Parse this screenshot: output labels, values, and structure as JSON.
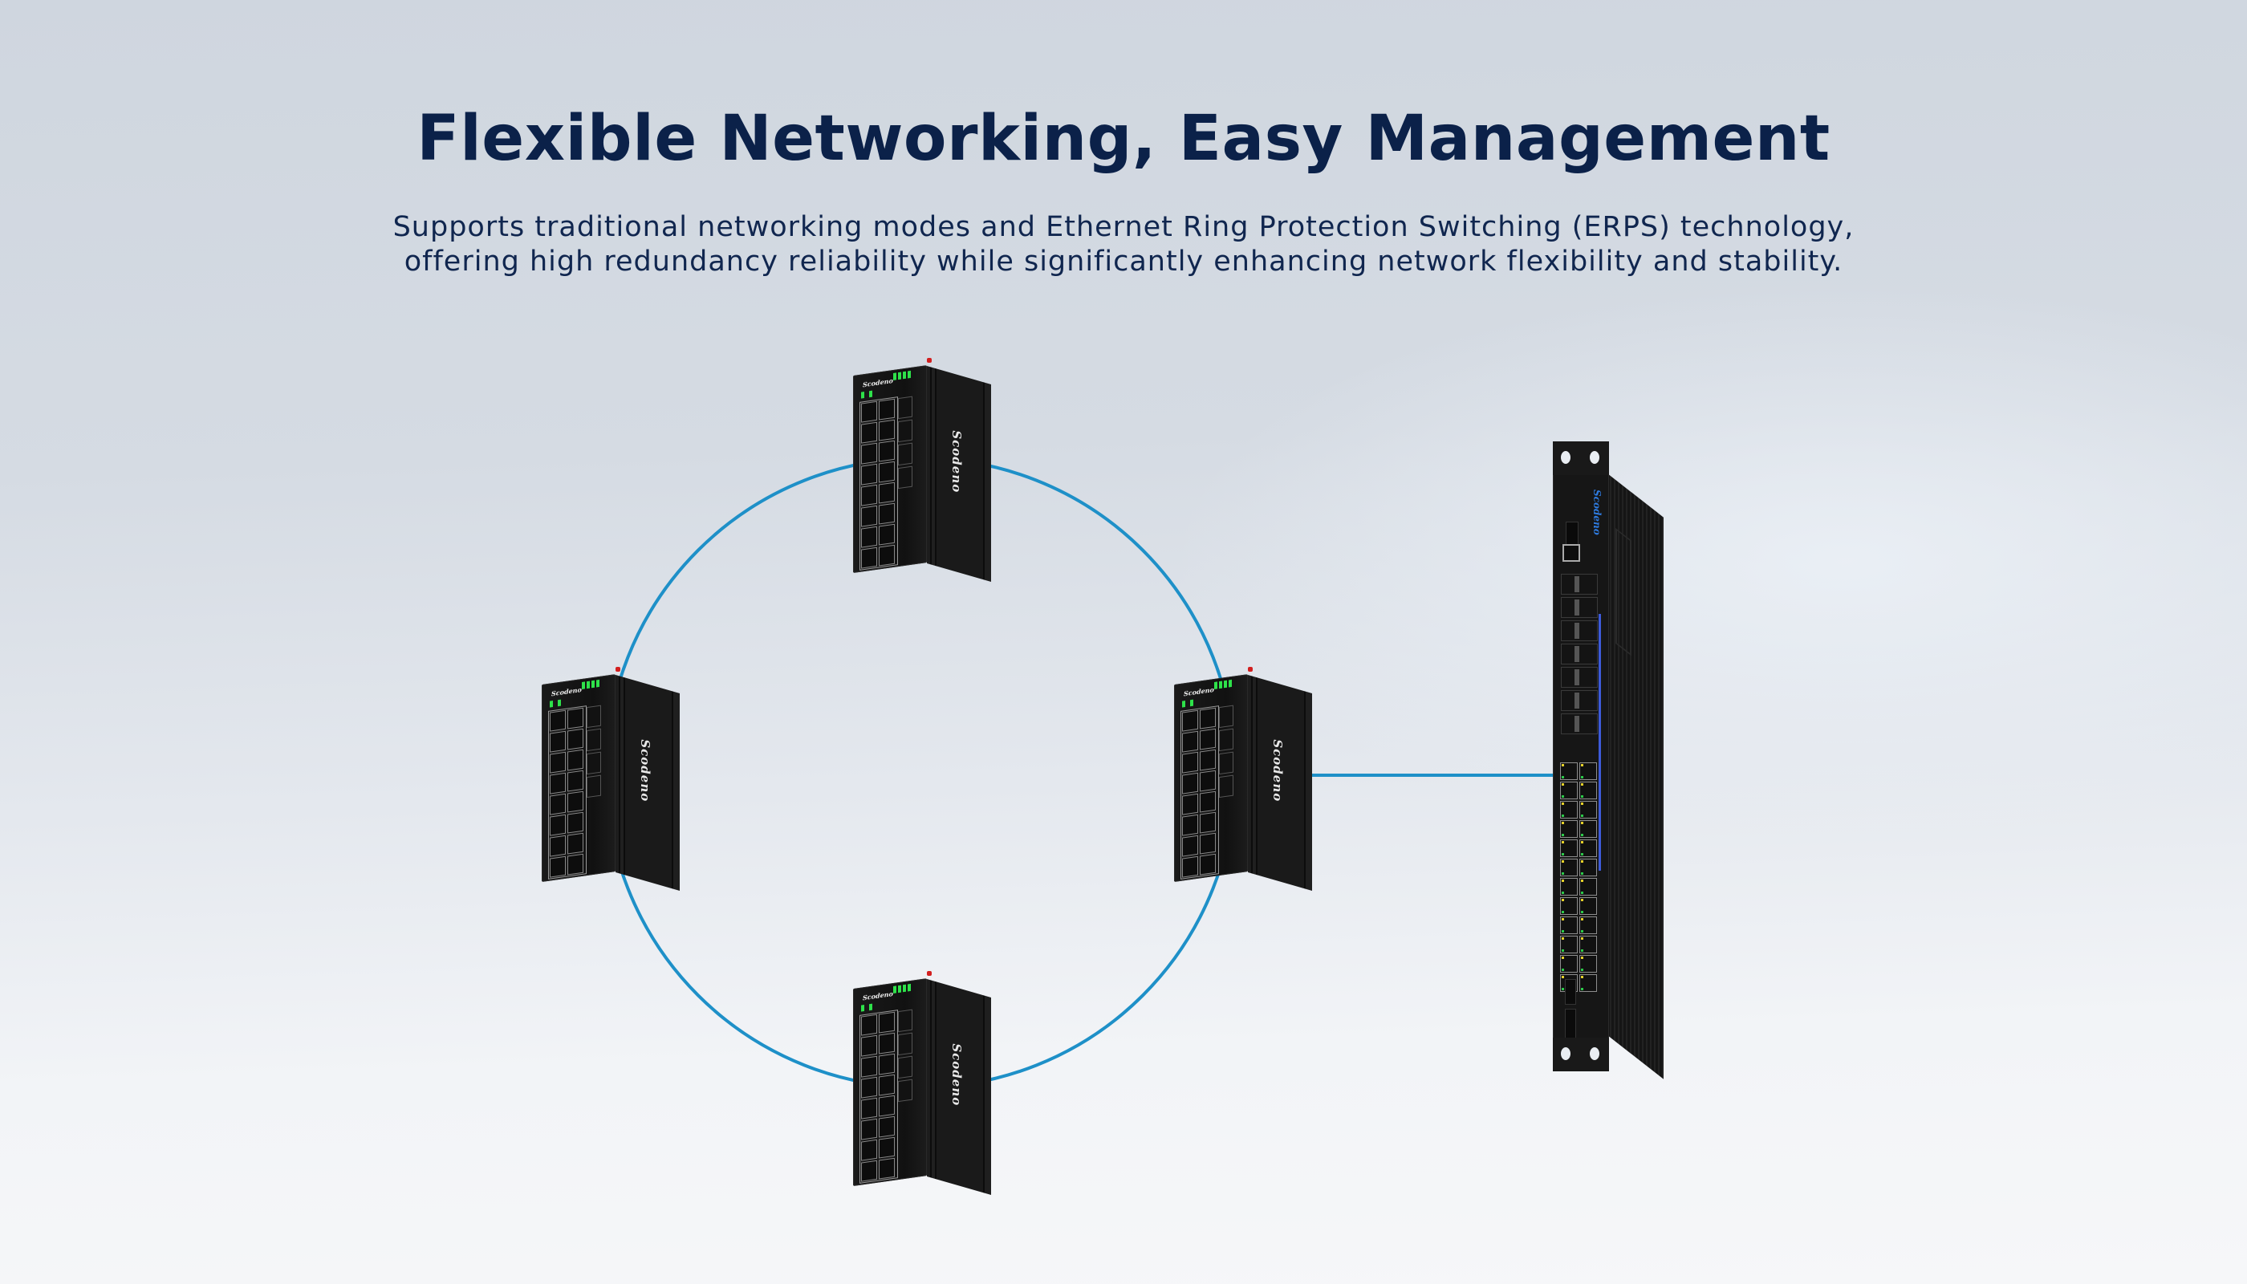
{
  "header": {
    "title": "Flexible Networking, Easy Management",
    "subtitle_lines": [
      "Supports traditional networking modes and Ethernet Ring Protection Switching (ERPS) technology,",
      "offering high redundancy reliability while significantly enhancing network flexibility and stability."
    ]
  },
  "diagram": {
    "ring_color": "#1e90c8",
    "ring_nodes": [
      {
        "id": "ring-switch-top",
        "brand": "Scodeno",
        "position": "top"
      },
      {
        "id": "ring-switch-left",
        "brand": "Scodeno",
        "position": "left"
      },
      {
        "id": "ring-switch-right",
        "brand": "Scodeno",
        "position": "right"
      },
      {
        "id": "ring-switch-bottom",
        "brand": "Scodeno",
        "position": "bottom"
      }
    ],
    "uplink": {
      "from": "ring-switch-right",
      "to": "rack-switch"
    },
    "rack_switch": {
      "brand": "Scodeno"
    }
  }
}
